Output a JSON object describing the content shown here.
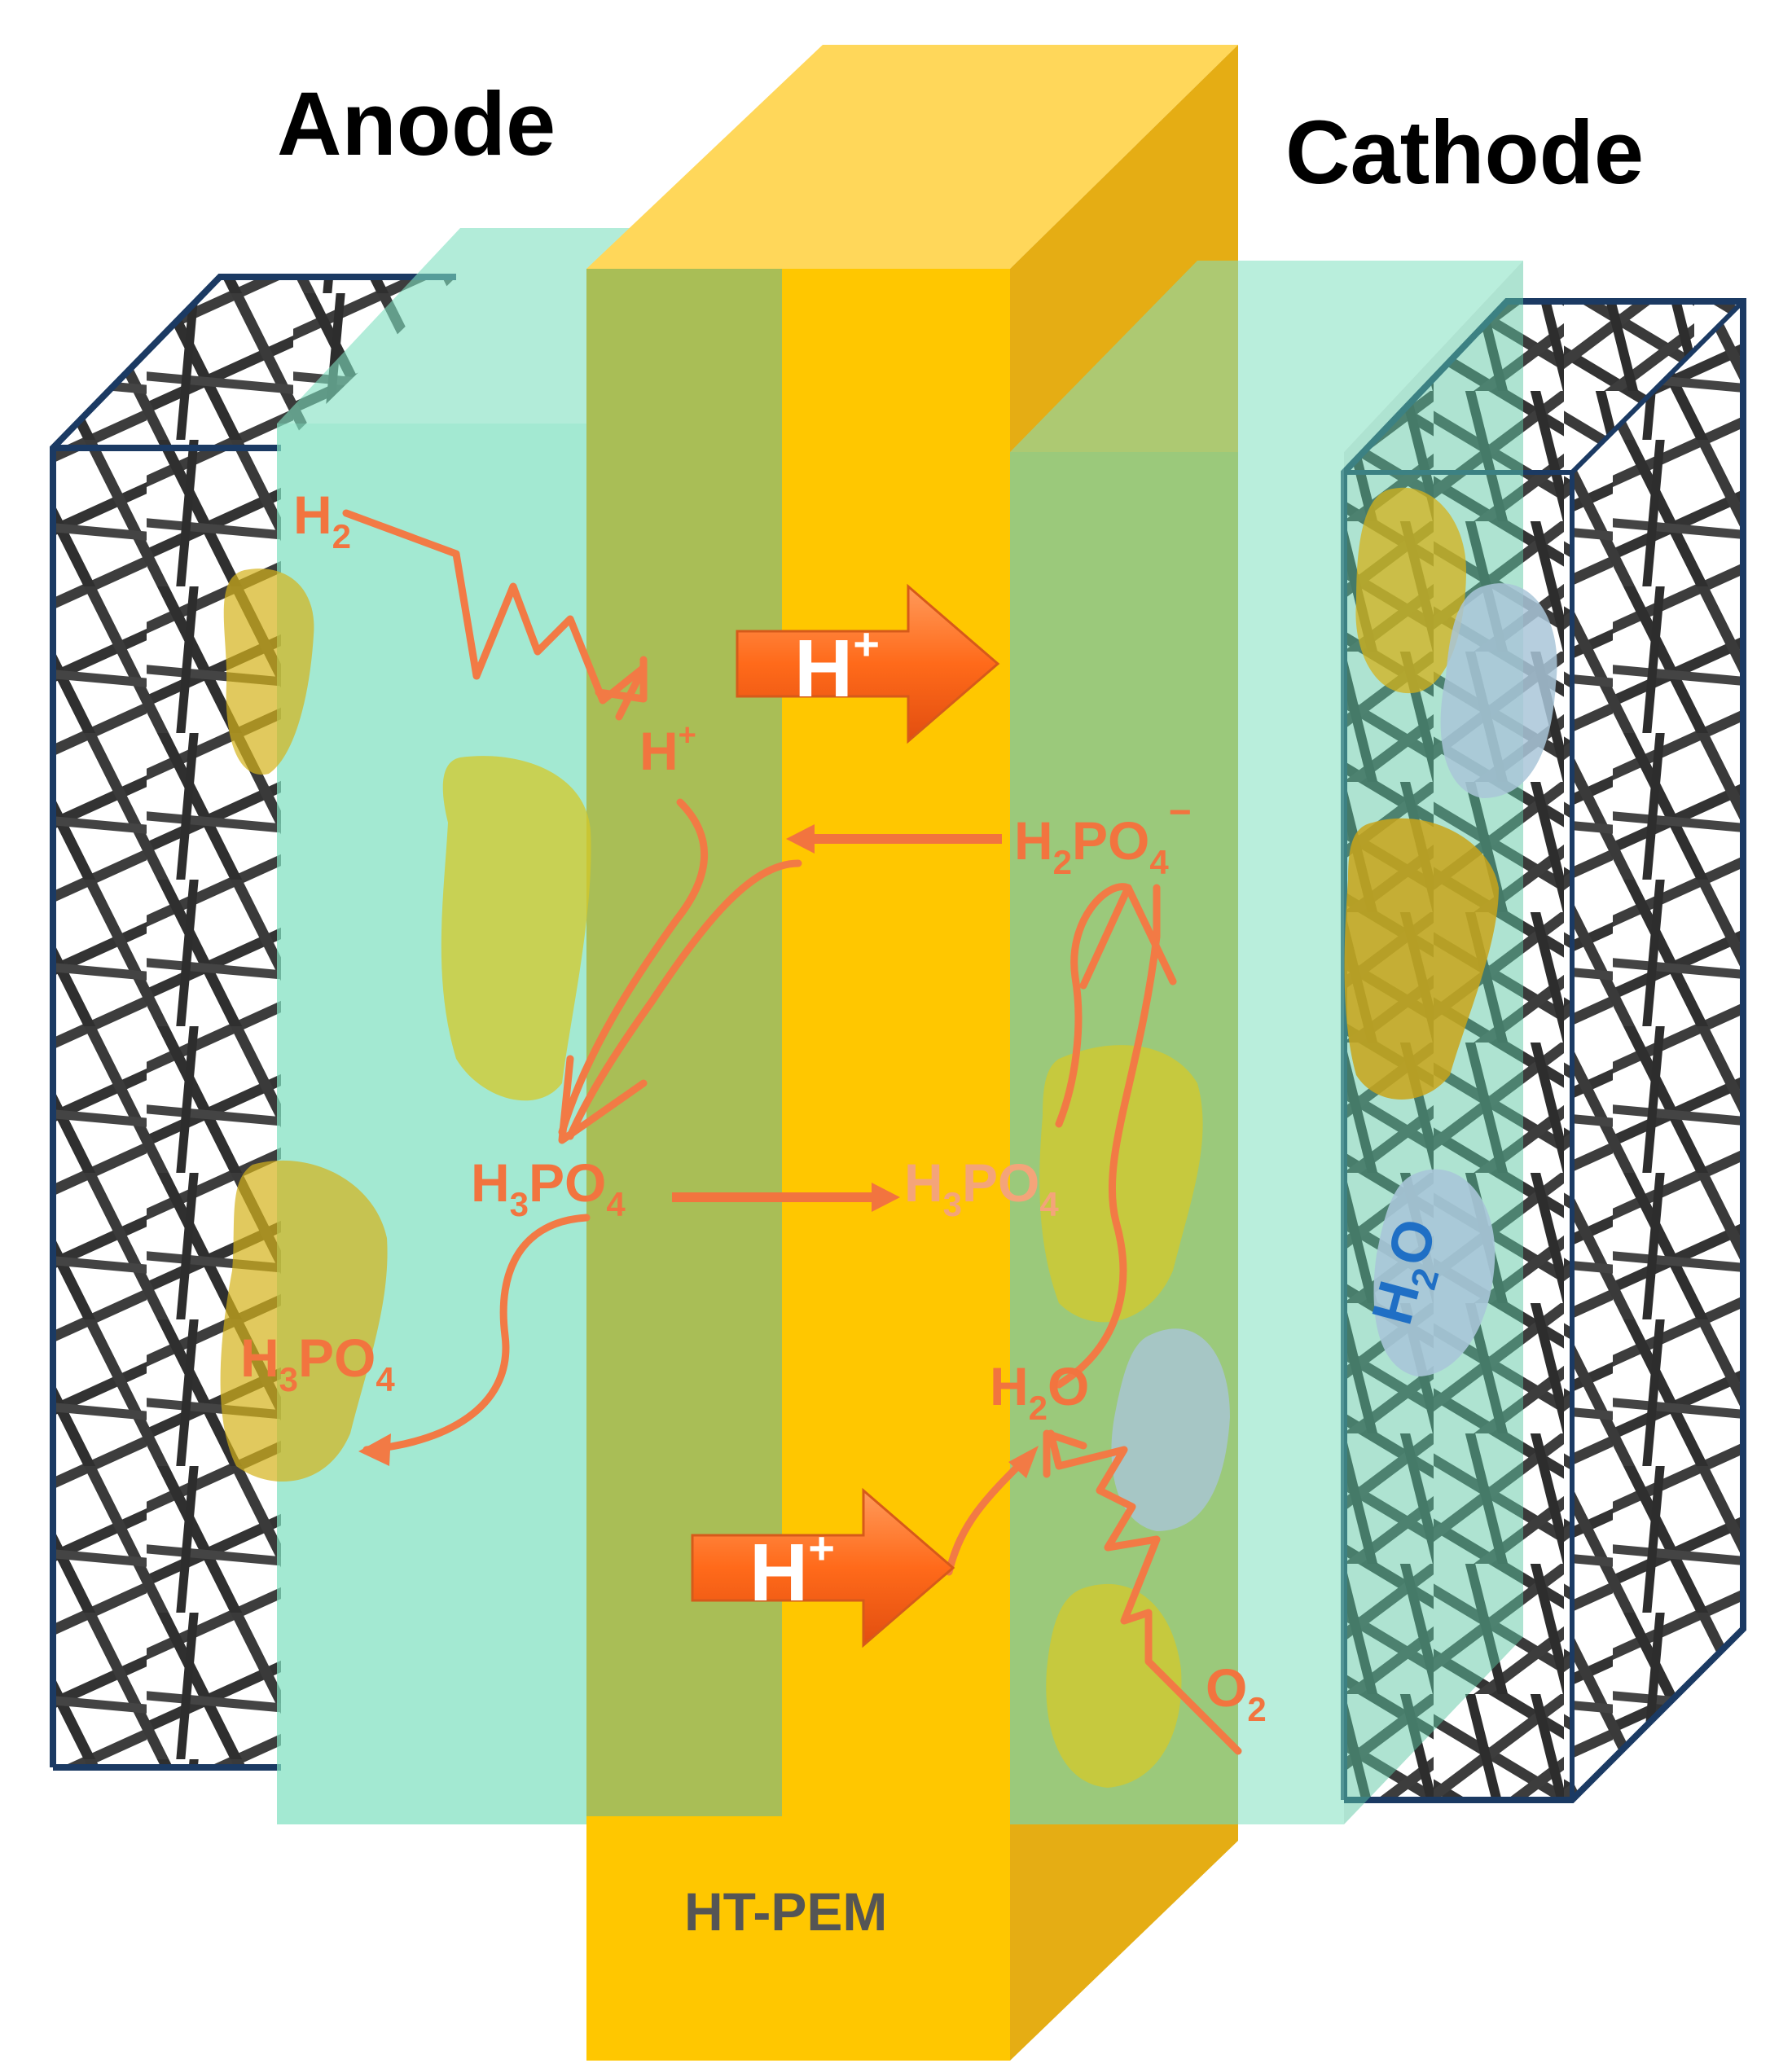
{
  "labels": {
    "anode": "Anode",
    "cathode": "Cathode",
    "membrane": "HT-PEM"
  },
  "species": {
    "h2": {
      "base": "H",
      "sub": "2"
    },
    "h_plus_anode": {
      "base": "H",
      "sup": "+"
    },
    "h_plus_arrow_top": {
      "base": "H",
      "sup": "+"
    },
    "h_plus_arrow_bottom": {
      "base": "H",
      "sup": "+"
    },
    "h2po4_minus": {
      "a": "H",
      "s1": "2",
      "b": "PO",
      "s2": "4",
      "sup": "−"
    },
    "h3po4_center": {
      "a": "H",
      "s1": "3",
      "b": "PO",
      "s2": "4"
    },
    "h3po4_right": {
      "a": "H",
      "s1": "3",
      "b": "PO",
      "s2": "4"
    },
    "h3po4_left": {
      "a": "H",
      "s1": "3",
      "b": "PO",
      "s2": "4"
    },
    "h2o_cathode": {
      "a": "H",
      "s1": "2",
      "b": "O"
    },
    "h2o_pore": {
      "a": "H",
      "s1": "2",
      "b": "O"
    },
    "o2": {
      "base": "O",
      "sub": "2"
    }
  },
  "colors": {
    "membrane_front": "#ffc700",
    "membrane_top": "#ffd75a",
    "membrane_side": "#e5ad14",
    "catalyst_layer": "#7fe0c0",
    "frame": "#1b3a63",
    "fiber": "#3d3d3d",
    "acid_blob": "#d4b21a",
    "water_blob": "#a9c5d8",
    "arrow": "#f27a45",
    "proton_arrow": "#ff6f1a"
  }
}
